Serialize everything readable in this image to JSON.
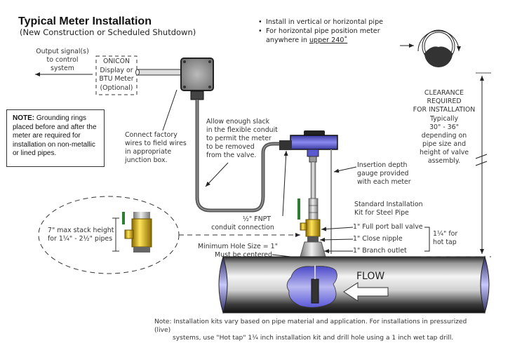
{
  "title": "Typical Meter Installation",
  "subtitle": "(New Construction or Scheduled Shutdown)",
  "bullets": [
    "Install in vertical or horizontal pipe",
    "For horizontal pipe position meter",
    "anywhere in upper 240˚"
  ],
  "output_signal": [
    "Output signal(s)",
    "to control",
    "system"
  ],
  "display_box": [
    "ONICON",
    "Display or",
    "BTU Meter",
    "(Optional)"
  ],
  "note_box": {
    "label": "NOTE:",
    "text": " Grounding rings placed before and after the meter are required for installation on non-metallic or lined pipes."
  },
  "callouts": {
    "junction": [
      "Connect factory",
      "wires to field wires",
      "in appropriate",
      "junction box."
    ],
    "slack": [
      "Allow enough slack",
      "in the flexible conduit",
      "to permit the meter",
      "to be removed",
      "from the valve."
    ],
    "depth_gauge": [
      "Insertion depth",
      "gauge provided",
      "with each meter"
    ],
    "kit": [
      "Standard Installation",
      "Kit for Steel Pipe"
    ],
    "ball_valve": "1\" Full port ball valve",
    "nipple": "1\" Close nipple",
    "branch": "1\" Branch outlet",
    "hot_tap": [
      "1¼\" for",
      "hot tap"
    ],
    "fnpt": [
      "½\" FNPT",
      "conduit connection"
    ],
    "hole": [
      "Minimum Hole Size = 1\"",
      "Must be centered"
    ],
    "stack": [
      "7\" max stack height",
      "for 1¼\" - 2½\" pipes"
    ],
    "clearance": [
      "CLEARANCE",
      "REQUIRED",
      "FOR INSTALLATION"
    ],
    "clearance_detail": [
      "Typically",
      "30\" - 36\"",
      "depending on",
      "pipe size and",
      "height of valve",
      "assembly."
    ]
  },
  "flow_label": "FLOW",
  "footer": [
    "Note: Installation kits vary based on pipe material and application. For installations in pressurized (live)",
    "systems, use \"Hot tap\" 1¼ inch installation kit and drill hole using a 1 inch wet tap drill."
  ],
  "colors": {
    "meter_blue": "#6b6fe0",
    "valve_brass": "#d9b21a",
    "handle_green": "#2e7d32",
    "pipe_dark": "#1a1a1a"
  }
}
